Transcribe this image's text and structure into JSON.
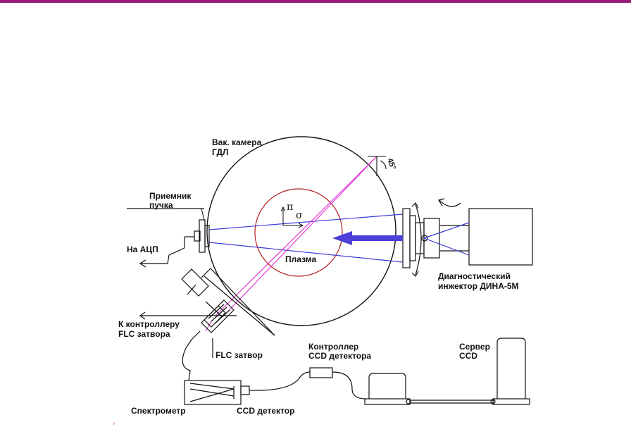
{
  "colors": {
    "top_bar": "#9a1a7a",
    "beam": "#3b3bd9",
    "laser": "#e03ad6",
    "plasma": "#b31b1b",
    "arrow": "#4b40d8",
    "line": "#111111"
  },
  "labels": {
    "chamber": [
      "Вак. камера",
      "ГДЛ"
    ],
    "beam_receiver": [
      "Приемник",
      "пучка"
    ],
    "to_adc": "На АЦП",
    "plasma": "Плазма",
    "injector": [
      "Диагностический",
      "инжектор ДИНА-5М"
    ],
    "flc_controller": [
      "К контроллеру",
      "FLC затвора"
    ],
    "flc_shutter": "FLC затвор",
    "ccd_controller": [
      "Контроллер",
      "CCD детектора"
    ],
    "server": [
      "Сервер",
      "CCD"
    ],
    "spectrometer": "Спектрометр",
    "ccd_detector": "CCD детектор",
    "angle": "45°",
    "pi": "π",
    "sigma": "σ"
  }
}
